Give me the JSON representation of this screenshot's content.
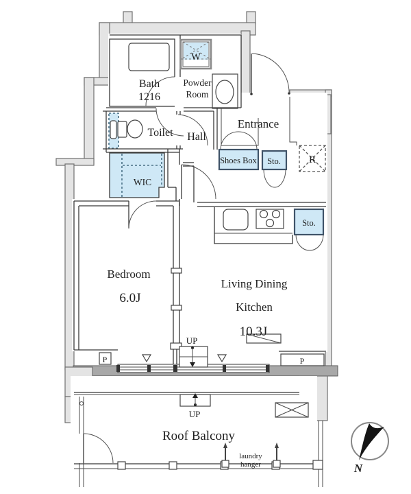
{
  "floor_plan": {
    "rooms": {
      "bath": {
        "name": "Bath",
        "size": "1216"
      },
      "powder_room": {
        "name_line1": "Powder",
        "name_line2": "Room"
      },
      "toilet": {
        "name": "Toilet"
      },
      "hall": {
        "name": "Hall"
      },
      "entrance": {
        "name": "Entrance"
      },
      "wic": {
        "name": "WIC"
      },
      "bedroom": {
        "name": "Bedroom",
        "area": "6.0J"
      },
      "living_dining_kitchen": {
        "name_line1": "Living Dining",
        "name_line2": "Kitchen",
        "area": "10.3J"
      },
      "roof_balcony": {
        "name": "Roof Balcony"
      }
    },
    "storage": {
      "shoes_box": "Shoes Box",
      "entrance_storage": "Sto.",
      "kitchen_storage": "Sto."
    },
    "markers": {
      "washing_machine": "W",
      "refrigerator": "R",
      "pipe_space_left": "P",
      "pipe_space_right": "P",
      "up_interior": "UP",
      "up_balcony": "UP",
      "laundry_hanger_line1": "laundry",
      "laundry_hanger_line2": "hanger",
      "compass_north": "N"
    },
    "colors": {
      "fixture_blue": "#cfe8f6",
      "wall_gray": "#e4e4e4",
      "sill_gray": "#a8a8a8",
      "line_dark": "#383838",
      "storage_border": "#3f5368"
    }
  }
}
